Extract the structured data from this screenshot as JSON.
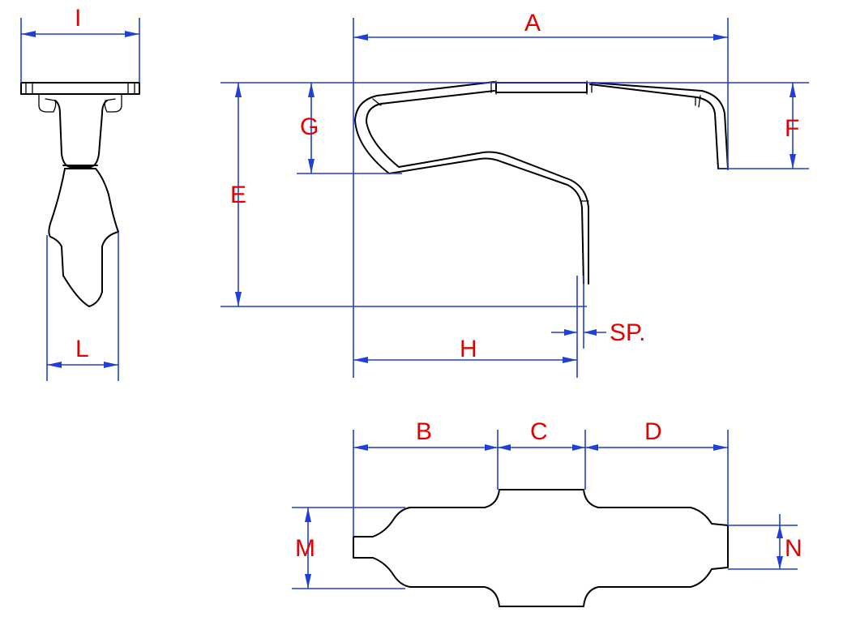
{
  "dimensions": {
    "a": "A",
    "b": "B",
    "c": "C",
    "d": "D",
    "e": "E",
    "f": "F",
    "g": "G",
    "h": "H",
    "i": "I",
    "l": "L",
    "m": "M",
    "n": "N",
    "sp": "SP."
  },
  "colors": {
    "dimension_lines": "#1f3fd6",
    "dimension_labels": "#e00000",
    "part_outline": "#000000",
    "background": "#ffffff"
  }
}
